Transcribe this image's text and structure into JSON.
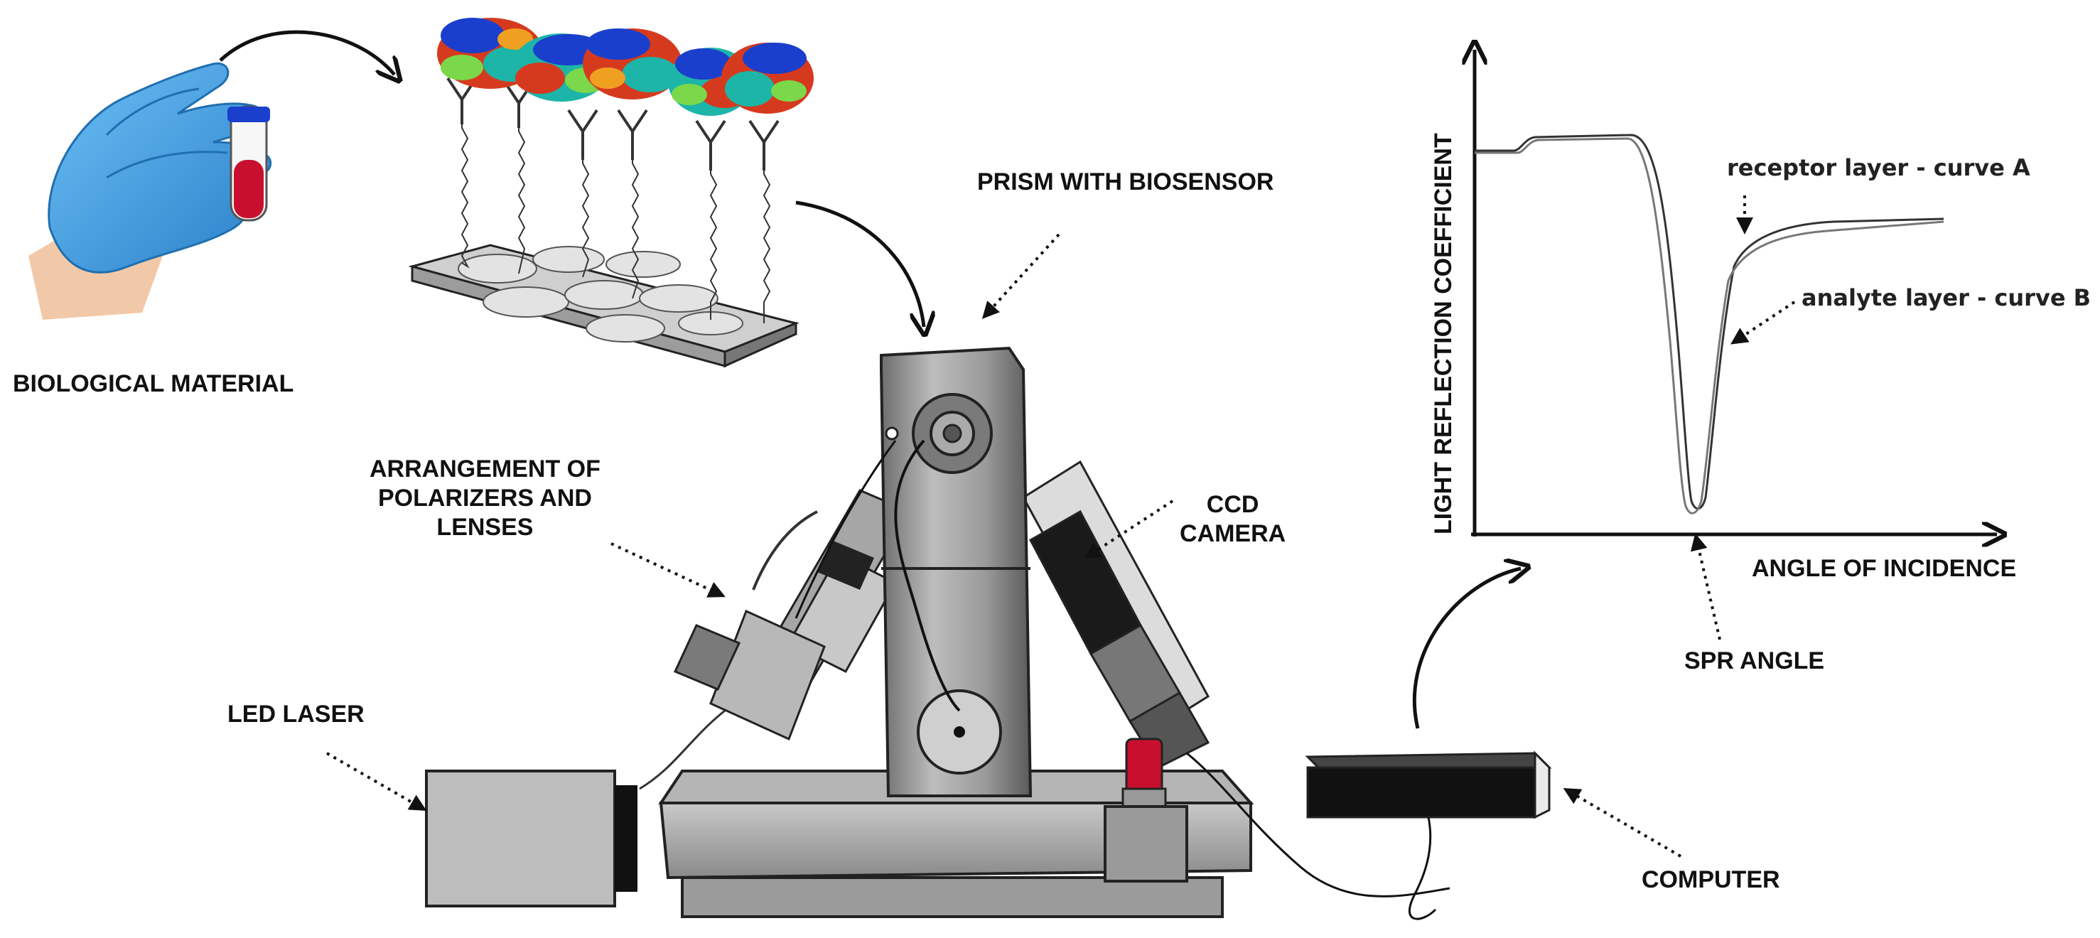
{
  "labels": {
    "biological_material": "BIOLOGICAL MATERIAL",
    "prism_with_biosensor": "PRISM WITH BIOSENSOR",
    "arrangement_line1": "ARRANGEMENT OF",
    "arrangement_line2": "POLARIZERS AND",
    "arrangement_line3": "LENSES",
    "ccd_line1": "CCD",
    "ccd_line2": "CAMERA",
    "led_laser": "LED LASER",
    "computer": "COMPUTER",
    "spr_angle": "SPR ANGLE"
  },
  "chart": {
    "ylabel": "LIGHT REFLECTION COEFFICIENT",
    "xlabel": "ANGLE OF INCIDENCE",
    "curve_a_label": "receptor layer - curve A",
    "curve_b_label": "analyte layer - curve B"
  },
  "colors": {
    "ink": "#111111",
    "device_gray": "#8c8c8c",
    "glove_blue": "#3fa0e8",
    "sample_red": "#c8102e",
    "protein_multicolor": [
      "#1a3fcc",
      "#1db5a8",
      "#d63a1e",
      "#7bd84a",
      "#f0a020"
    ]
  },
  "chart_data": {
    "type": "line",
    "title": "",
    "xlabel": "ANGLE OF INCIDENCE",
    "ylabel": "LIGHT REFLECTION COEFFICIENT",
    "series": [
      {
        "name": "receptor layer - curve A"
      },
      {
        "name": "analyte layer - curve B"
      }
    ],
    "annotations": [
      "SPR ANGLE"
    ],
    "grid": false,
    "ticks": "none"
  }
}
